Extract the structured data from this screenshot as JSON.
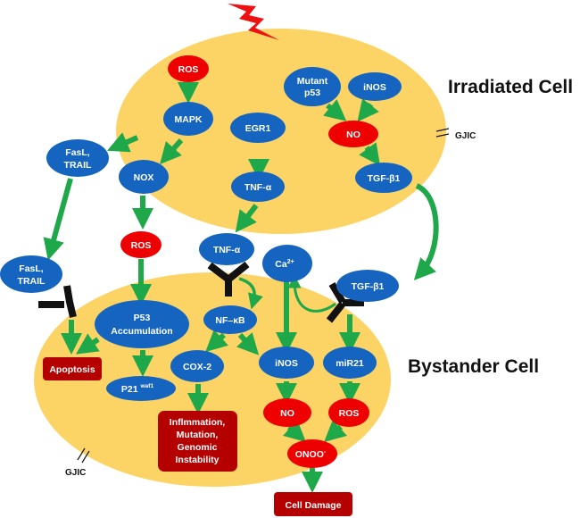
{
  "colors": {
    "cell_fill": "#fcd466",
    "node_blue": "#1565c0",
    "node_red": "#ee0000",
    "outcome_red": "#b50000",
    "arrow_green": "#1fa84a",
    "receptor": "#111111",
    "lightning": "#ee1111"
  },
  "labels": {
    "irradiated_cell": "Irradiated Cell",
    "bystander_cell": "Bystander Cell",
    "gjic_top": "GJIC",
    "gjic_bottom": "GJIC"
  },
  "icons": {
    "radiation": "lightning-bolt-icon",
    "receptor": "y-shaped-receptor-icon"
  },
  "irradiated": {
    "ros": "ROS",
    "mapk": "MAPK",
    "nox": "NOX",
    "egr1": "EGR1",
    "tnf": "TNF-α",
    "mutant_p53_l1": "Mutant",
    "mutant_p53_l2": "p53",
    "inos": "iNOS",
    "no": "NO",
    "tgfb1": "TGF-β1"
  },
  "extracellular": {
    "fasl_top_l1": "FasL,",
    "fasl_top_l2": "TRAIL",
    "fasl_bottom_l1": "FasL,",
    "fasl_bottom_l2": "TRAIL",
    "ros": "ROS",
    "tnf": "TNF-α",
    "ca": "Ca",
    "ca_sup": "2+",
    "tgfb1": "TGF-β1"
  },
  "bystander": {
    "p53_l1": "P53",
    "p53_l2": "Accumulation",
    "apoptosis": "Apoptosis",
    "p21": "P21",
    "p21_sup": "waf1",
    "nfkb": "NF–κB",
    "cox2": "COX-2",
    "inos": "iNOS",
    "mir21": "miR21",
    "no": "NO",
    "ros": "ROS",
    "onoo": "ONOO",
    "onoo_sup": "-",
    "inflammation_l1": "Inflmmation,",
    "inflammation_l2": "Mutation,",
    "inflammation_l3": "Genomic",
    "inflammation_l4": "Instability",
    "cell_damage": "Cell Damage"
  }
}
